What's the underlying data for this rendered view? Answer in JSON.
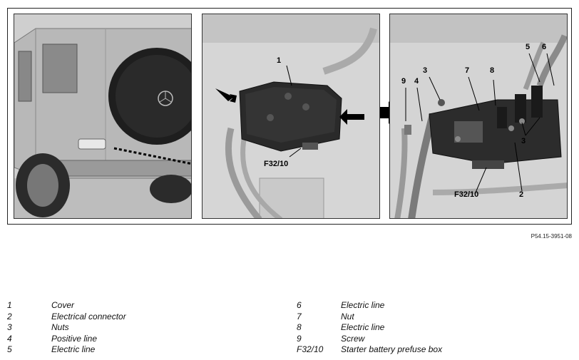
{
  "reference_code": "P54.15-3951-08",
  "callouts": {
    "panel2": {
      "one": "1",
      "fuse_box": "F32/10"
    },
    "panel3": {
      "nine": "9",
      "four": "4",
      "three_top": "3",
      "seven": "7",
      "eight": "8",
      "five": "5",
      "six": "6",
      "three_bottom": "3",
      "two": "2",
      "fuse_box": "F32/10"
    }
  },
  "legend": {
    "left": [
      {
        "num": "1",
        "text": "Cover"
      },
      {
        "num": "2",
        "text": "Electrical connector"
      },
      {
        "num": "3",
        "text": "Nuts"
      },
      {
        "num": "4",
        "text": "Positive line"
      },
      {
        "num": "5",
        "text": "Electric line"
      }
    ],
    "right": [
      {
        "num": "6",
        "text": "Electric line"
      },
      {
        "num": "7",
        "text": "Nut"
      },
      {
        "num": "8",
        "text": "Electric line"
      },
      {
        "num": "9",
        "text": "Screw"
      },
      {
        "num": "F32/10",
        "text": "Starter battery prefuse box"
      }
    ]
  }
}
